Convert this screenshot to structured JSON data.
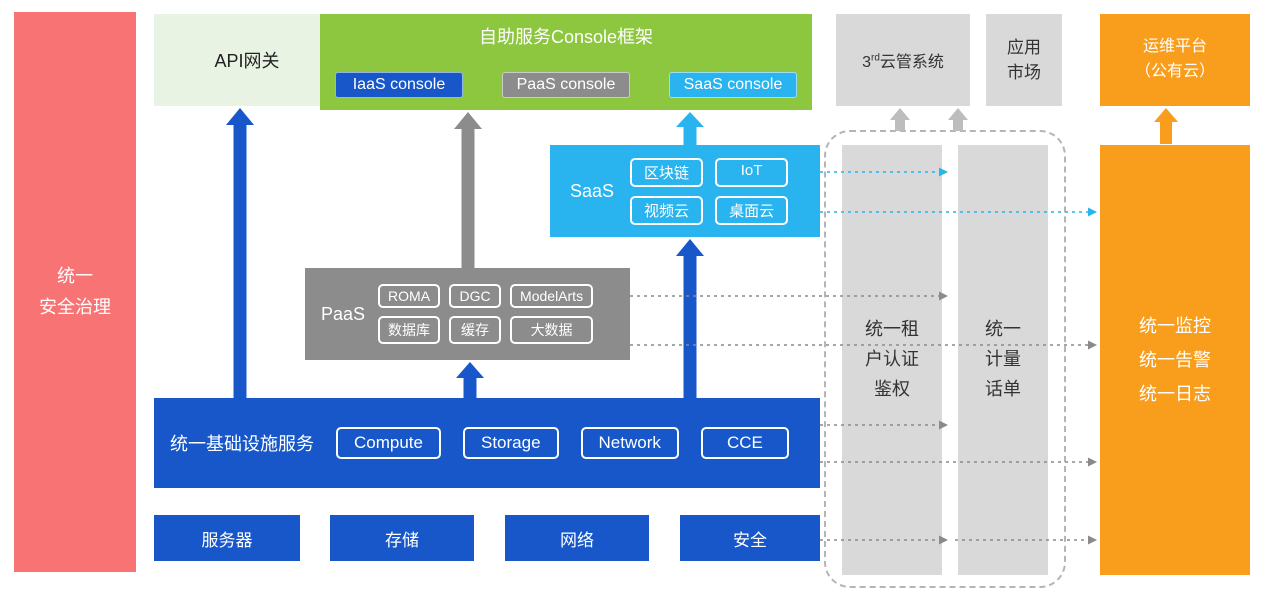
{
  "palette": {
    "red": "#f87373",
    "green": "#8dc63f",
    "light_green": "#e9f3e4",
    "blue": "#1757c9",
    "cyan": "#29b4f0",
    "gray": "#8c8c8c",
    "light_gray": "#d9d9d9",
    "orange": "#f99d1c"
  },
  "left_bar": {
    "label": "统一\n安全治理"
  },
  "top": {
    "api_gateway": "API网关",
    "console": {
      "title": "自助服务Console框架",
      "items": [
        {
          "label": "IaaS console"
        },
        {
          "label": "PaaS console"
        },
        {
          "label": "SaaS console"
        }
      ]
    },
    "third_party": {
      "prefix": "3",
      "sup": "rd",
      "suffix": "云管系统"
    },
    "app_market": "应用\n市场",
    "om_platform": "运维平台\n（公有云）"
  },
  "saas": {
    "label": "SaaS",
    "items": [
      "区块链",
      "IoT",
      "视频云",
      "桌面云"
    ]
  },
  "paas": {
    "label": "PaaS",
    "items": [
      "ROMA",
      "DGC",
      "ModelArts",
      "数据库",
      "缓存",
      "大数据"
    ]
  },
  "infra": {
    "label": "统一基础设施服务",
    "items": [
      "Compute",
      "Storage",
      "Network",
      "CCE"
    ]
  },
  "hardware": {
    "items": [
      "服务器",
      "存储",
      "网络",
      "安全"
    ]
  },
  "right": {
    "auth": "统一租\n户认证\n鉴权",
    "metering": "统一\n计量\n话单",
    "monitoring": "统一监控\n统一告警\n统一日志"
  }
}
